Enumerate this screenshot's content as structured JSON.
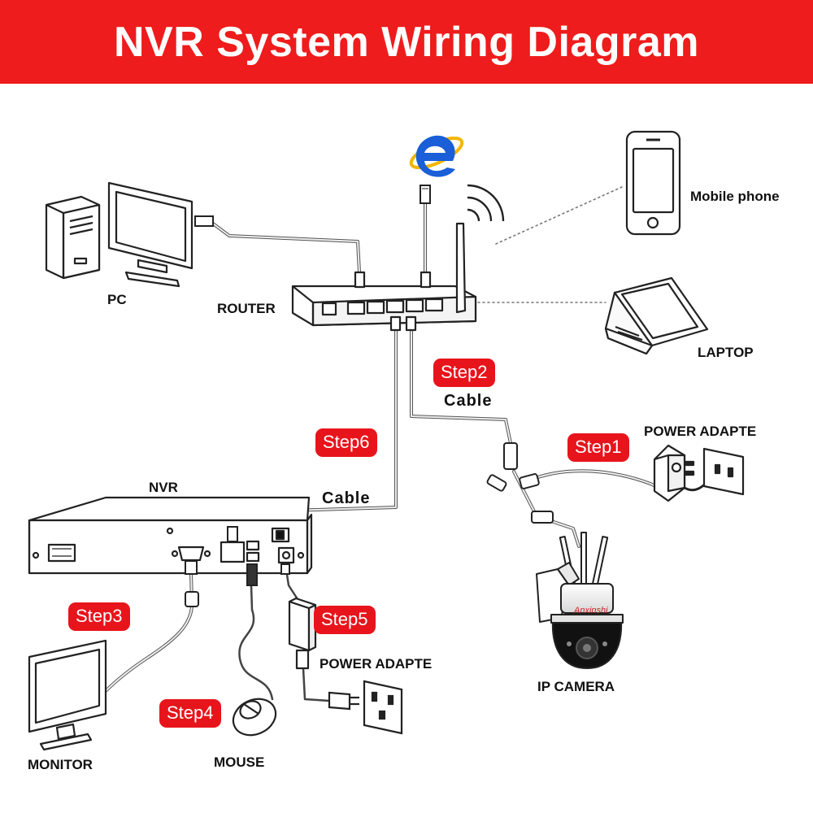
{
  "title": "NVR System Wiring Diagram",
  "colors": {
    "banner": "#ee1c1c",
    "step_badge": "#e8141b",
    "ie_logo": "#1a5ed8"
  },
  "devices": {
    "pc": "PC",
    "router": "ROUTER",
    "mobile": "Mobile phone",
    "laptop": "LAPTOP",
    "nvr": "NVR",
    "camera": "IP  CAMERA",
    "camera_brand": "Anxinshi",
    "power_adapter_camera": "POWER ADAPTE",
    "power_adapter_nvr": "POWER ADAPTE",
    "monitor": "MONITOR",
    "mouse": "MOUSE"
  },
  "cables": {
    "router_camera": "Cable",
    "router_nvr": "Cable"
  },
  "steps": {
    "s1": "Step1",
    "s2": "Step2",
    "s3": "Step3",
    "s4": "Step4",
    "s5": "Step5",
    "s6": "Step6"
  },
  "icons": [
    "internet-explorer-icon",
    "wifi-signal-icon"
  ]
}
